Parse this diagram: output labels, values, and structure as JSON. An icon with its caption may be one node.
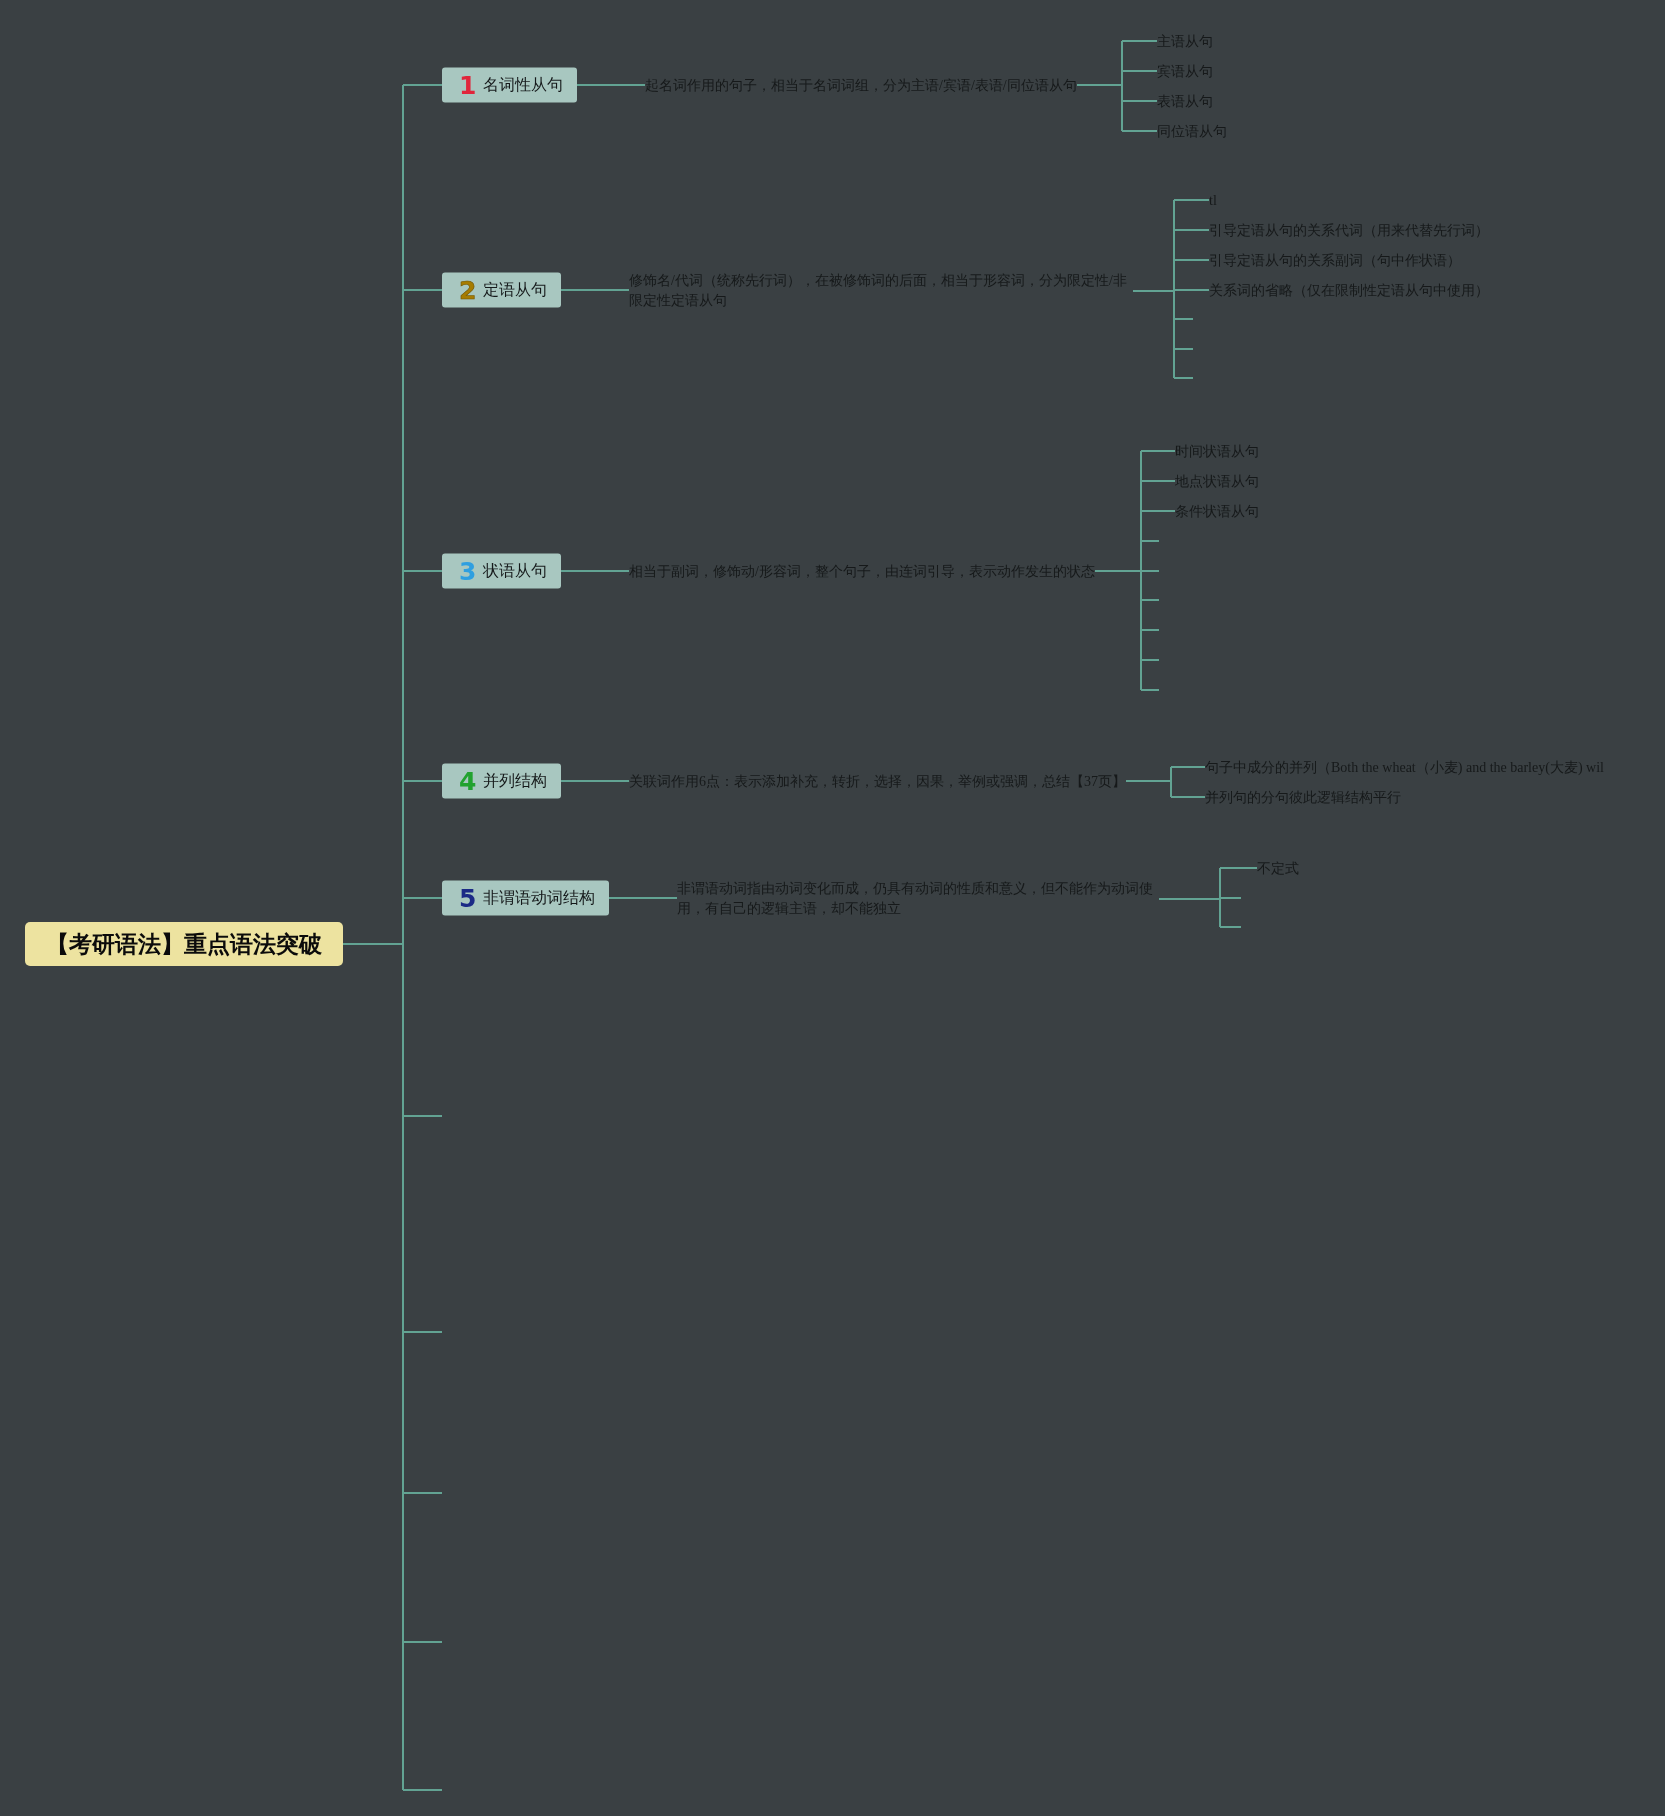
{
  "diagram": {
    "nodes": [
      {
        "text": [
          "【考研语法】重点语法突破"
        ]
      },
      {
        "text": [
          "1",
          "名词性从句"
        ]
      },
      {
        "text": [
          "起名词作用的句子，相当于名词词组，分为主语/宾语/表语/同位语从句"
        ]
      },
      {
        "text": [
          "主语从句"
        ]
      },
      {
        "text": [
          "宾语从句"
        ]
      },
      {
        "text": [
          "表语从句"
        ]
      },
      {
        "text": [
          "同位语从句"
        ]
      },
      {
        "text": [
          "2",
          "定语从句"
        ]
      },
      {
        "text": [
          "修饰名/代词（统称先行词），在被修饰词的后面，相当于形容词，分为限定性/非限定性定语从句"
        ]
      },
      {
        "text": [
          "tl"
        ]
      },
      {
        "text": [
          "引导定语从句的关系代词（用来代替先行词）"
        ]
      },
      {
        "text": [
          "引导定语从句的关系副词（句中作状语）"
        ]
      },
      {
        "text": [
          "关系词的省略（仅在限制性定语从句中使用）"
        ]
      },
      {
        "text": [
          "3",
          "状语从句"
        ]
      },
      {
        "text": [
          "相当于副词，修饰动/形容词，整个句子，由连词引导，表示动作发生的状态"
        ]
      },
      {
        "text": [
          "时间状语从句"
        ]
      },
      {
        "text": [
          "地点状语从句"
        ]
      },
      {
        "text": [
          "条件状语从句"
        ]
      },
      {
        "text": [
          "4",
          "并列结构"
        ]
      },
      {
        "text": [
          "关联词作用6点：表示添加补充，转折，选择，因果，举例或强调，总结【37页】"
        ]
      },
      {
        "text": [
          "句子中成分的并列（Both the wheat（小麦) and the barley(大麦) wil"
        ]
      },
      {
        "text": [
          "并列句的分句彼此逻辑结构平行"
        ]
      },
      {
        "text": [
          "5",
          "非谓语动词结构"
        ]
      },
      {
        "text": [
          "非谓语动词指由动词变化而成，仍具有动词的性质和意义，但不能作为动词使用，有自己的逻辑主语，却不能独立"
        ]
      },
      {
        "text": [
          "不定式"
        ]
      }
    ],
    "edges": [
      {
        "from": 0,
        "to": 1,
        "arrow": "none"
      },
      {
        "from": 0,
        "to": 7,
        "arrow": "none"
      },
      {
        "from": 0,
        "to": 13,
        "arrow": "none"
      },
      {
        "from": 0,
        "to": 18,
        "arrow": "none"
      },
      {
        "from": 0,
        "to": 22,
        "arrow": "none"
      },
      {
        "from": 1,
        "to": 2,
        "arrow": "none"
      },
      {
        "from": 2,
        "to": 3,
        "arrow": "none"
      },
      {
        "from": 2,
        "to": 4,
        "arrow": "none"
      },
      {
        "from": 2,
        "to": 5,
        "arrow": "none"
      },
      {
        "from": 2,
        "to": 6,
        "arrow": "none"
      },
      {
        "from": 7,
        "to": 8,
        "arrow": "none"
      },
      {
        "from": 8,
        "to": 9,
        "arrow": "none"
      },
      {
        "from": 8,
        "to": 10,
        "arrow": "none"
      },
      {
        "from": 8,
        "to": 11,
        "arrow": "none"
      },
      {
        "from": 8,
        "to": 12,
        "arrow": "none"
      },
      {
        "from": 13,
        "to": 14,
        "arrow": "none"
      },
      {
        "from": 14,
        "to": 15,
        "arrow": "none"
      },
      {
        "from": 14,
        "to": 16,
        "arrow": "none"
      },
      {
        "from": 14,
        "to": 17,
        "arrow": "none"
      },
      {
        "from": 18,
        "to": 19,
        "arrow": "none"
      },
      {
        "from": 19,
        "to": 20,
        "arrow": "none"
      },
      {
        "from": 19,
        "to": 21,
        "arrow": "none"
      },
      {
        "from": 22,
        "to": 23,
        "arrow": "none"
      },
      {
        "from": 23,
        "to": 24,
        "arrow": "none"
      }
    ]
  }
}
